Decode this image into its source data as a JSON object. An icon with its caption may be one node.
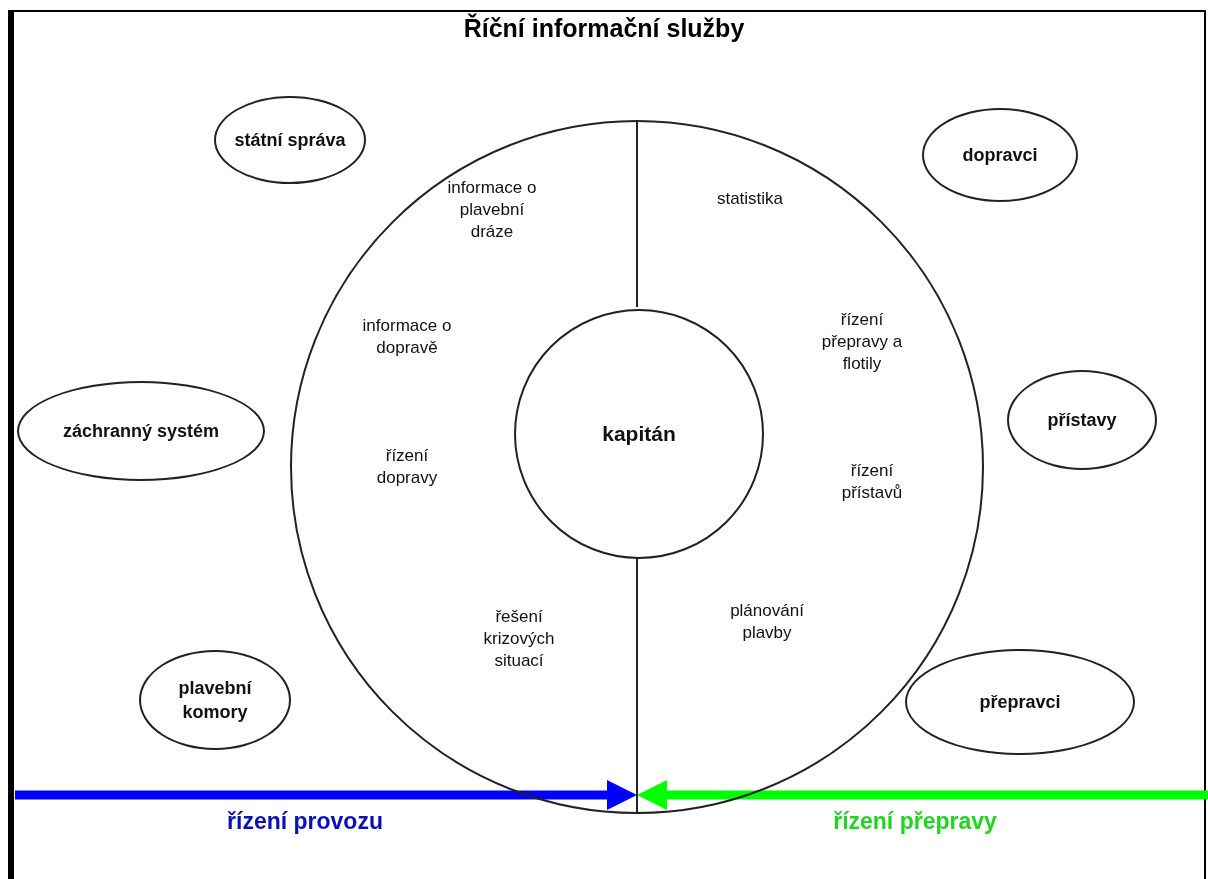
{
  "diagram": {
    "title": "Říční informační služby",
    "nodes": [
      {
        "text": [
          "státní správa"
        ]
      },
      {
        "text": [
          "dopravci"
        ]
      },
      {
        "text": [
          "informace o plavební dráze",
          "statistika",
          "informace o dopravě",
          "řízení přepravy a flotily",
          "řízení dopravy",
          "řízení přístavů",
          "řešení krizových situací",
          "plánování plavby"
        ]
      },
      {
        "text": [
          "kapitán"
        ],
        "in": 2
      },
      {
        "text": [
          "záchranný systém"
        ]
      },
      {
        "text": [
          "přístavy"
        ]
      },
      {
        "text": [
          "plavební komory"
        ]
      },
      {
        "text": [
          "přepravci"
        ]
      }
    ],
    "labels": [
      "řízení provozu",
      "řízení přepravy"
    ]
  }
}
